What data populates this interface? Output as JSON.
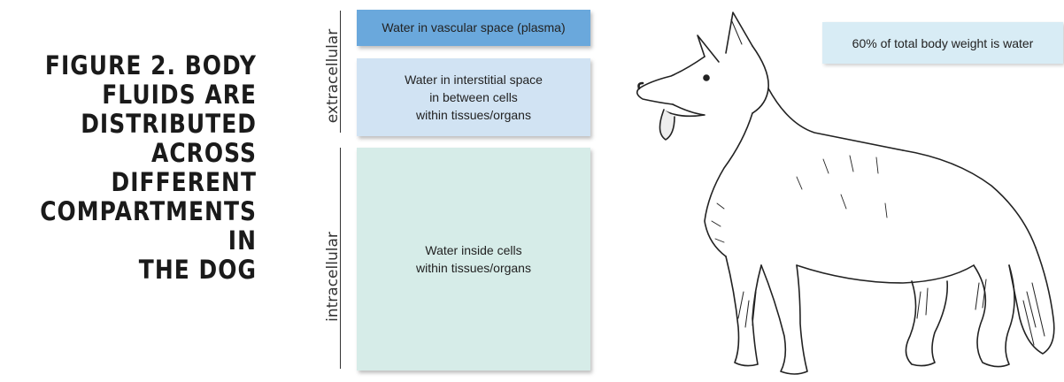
{
  "figure": {
    "title": "FIGURE 2. BODY\nFLUIDS ARE\nDISTRIBUTED\nACROSS DIFFERENT\nCOMPARTMENTS IN\nTHE DOG"
  },
  "compartments": {
    "extracellular_label": "extracellular",
    "intracellular_label": "intracellular",
    "plasma": "Water in vascular space (plasma)",
    "interstitial": "Water in interstitial space\nin between cells\nwithin tissues/organs",
    "intracellular": "Water inside cells\nwithin tissues/organs"
  },
  "callout": {
    "text": "60% of total body weight is water"
  },
  "colors": {
    "plasma": "#6aa8dc",
    "interstitial": "#d1e3f3",
    "intracellular": "#d6ece8",
    "callout": "#d8ecf5"
  },
  "illustration": {
    "icon": "german-shepherd-dog-drawing"
  }
}
